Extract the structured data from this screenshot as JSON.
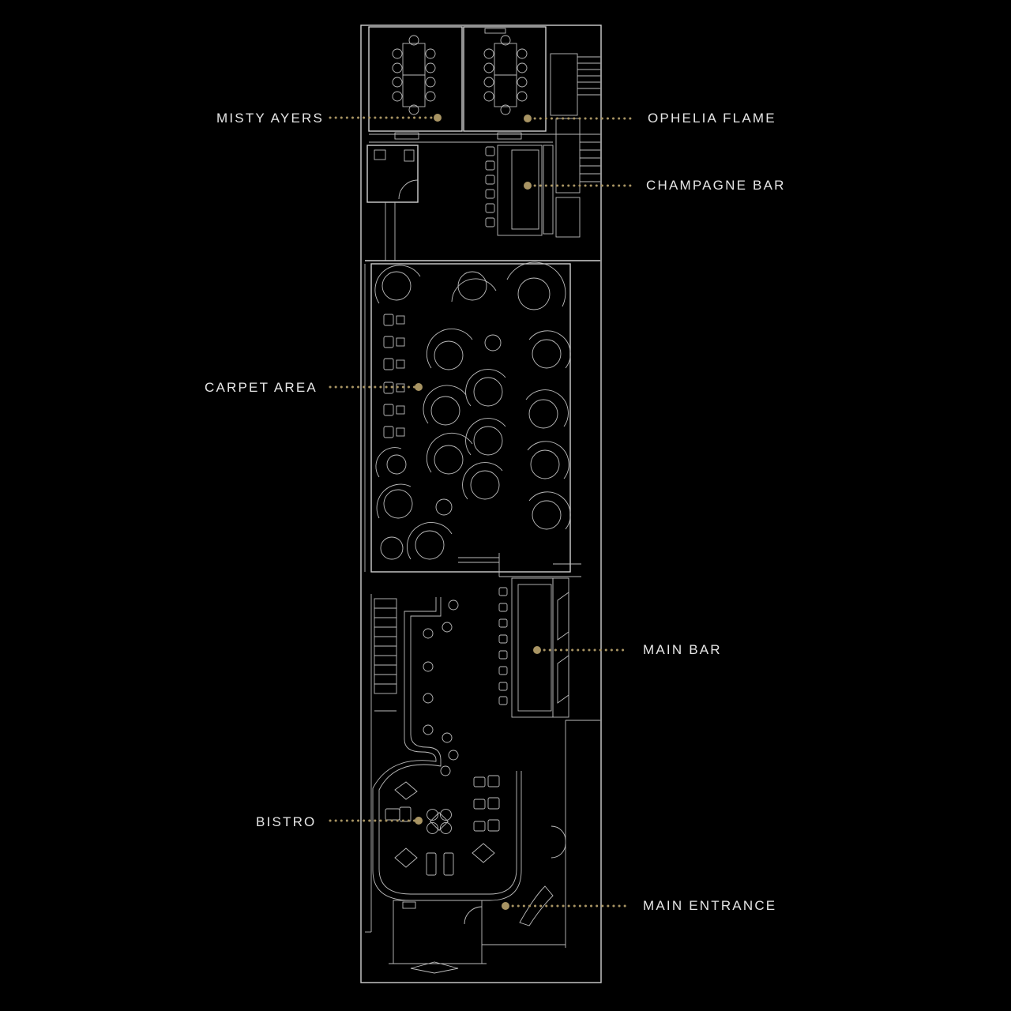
{
  "accent_color": "#a89463",
  "line_color": "#d0d0d0",
  "background_color": "#000000",
  "zones": [
    {
      "id": "misty-ayers",
      "label": "MISTY AYERS"
    },
    {
      "id": "ophelia-flame",
      "label": "OPHELIA FLAME"
    },
    {
      "id": "champagne-bar",
      "label": "CHAMPAGNE BAR"
    },
    {
      "id": "carpet-area",
      "label": "CARPET AREA"
    },
    {
      "id": "main-bar",
      "label": "MAIN BAR"
    },
    {
      "id": "bistro",
      "label": "BISTRO"
    },
    {
      "id": "main-entrance",
      "label": "MAIN ENTRANCE"
    }
  ]
}
